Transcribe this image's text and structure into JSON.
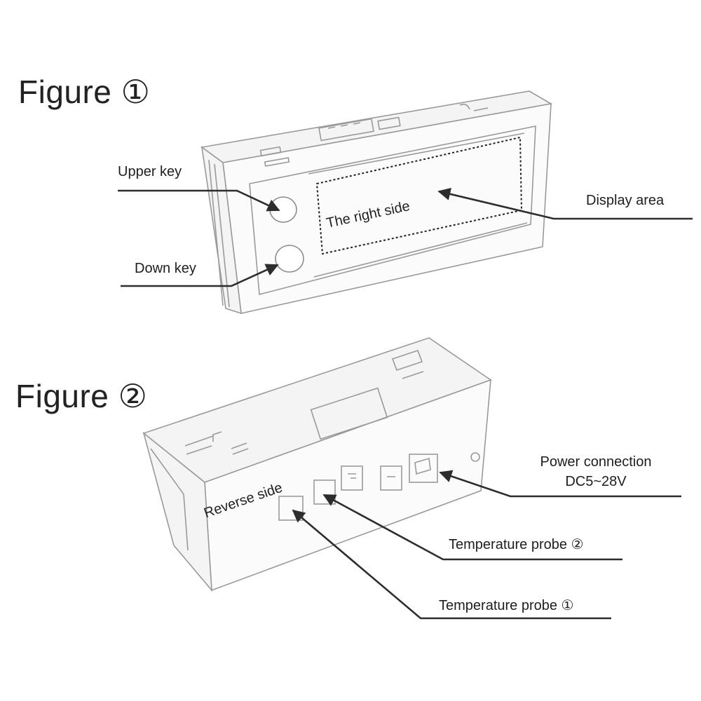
{
  "figures": [
    {
      "title": "Figure ①"
    },
    {
      "title": "Figure ②"
    }
  ],
  "fig1": {
    "upper_key": "Upper key",
    "down_key": "Down key",
    "display_area": "Display area",
    "right_side": "The right side"
  },
  "fig2": {
    "power_line1": "Power connection",
    "power_line2": "DC5~28V",
    "reverse_side": "Reverse side",
    "probe2": "Temperature probe ②",
    "probe1": "Temperature probe ①"
  },
  "colors": {
    "line": "#333333",
    "sketch": "#9a9a9a"
  }
}
